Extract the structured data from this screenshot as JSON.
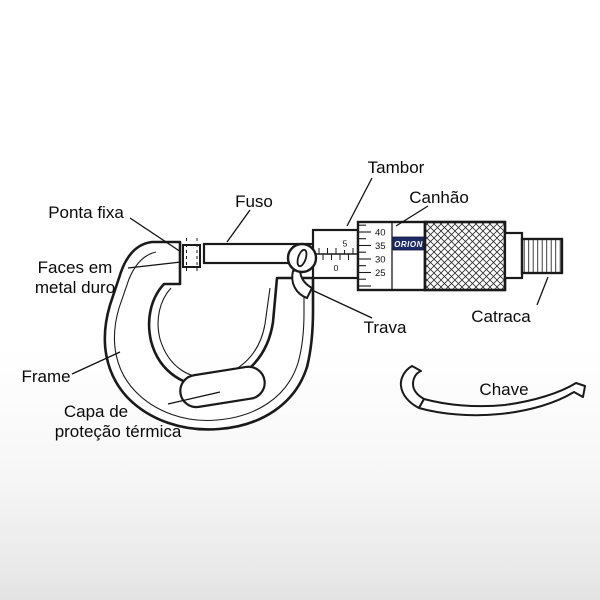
{
  "labels": {
    "tambor": "Tambor",
    "canhao": "Canhão",
    "fuso": "Fuso",
    "ponta_fixa": "Ponta fixa",
    "faces_line1": "Faces em",
    "faces_line2": "metal duro",
    "trava": "Trava",
    "catraca": "Catraca",
    "frame": "Frame",
    "capa_line1": "Capa de",
    "capa_line2": "proteção térmica",
    "chave": "Chave"
  },
  "brand": "ORION",
  "scale": {
    "thimble_numbers": [
      "40",
      "35",
      "30",
      "25"
    ],
    "sleeve_numbers": [
      "5",
      "0"
    ]
  },
  "colors": {
    "line": "#1a1a1a",
    "brand_bg": "#1c2a66",
    "brand_text": "#ffffff"
  }
}
